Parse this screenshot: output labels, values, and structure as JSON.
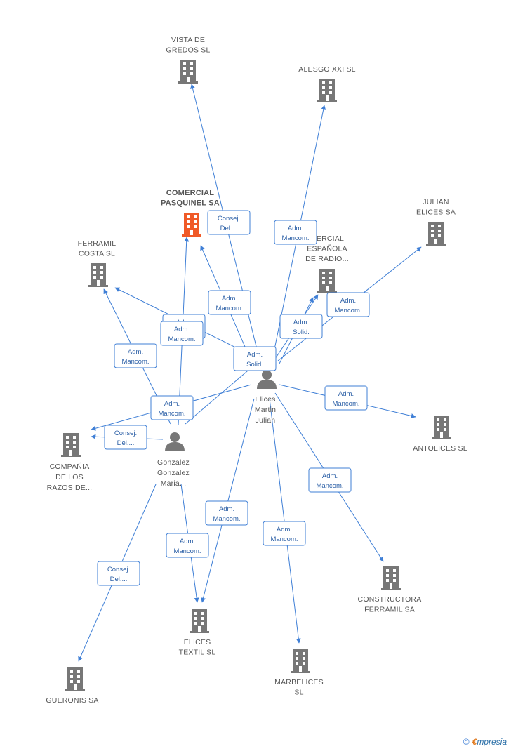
{
  "colors": {
    "edge": "#3f7fd6",
    "company_icon": "#777777",
    "focus_company_icon": "#f05a28",
    "person_icon": "#777777",
    "label_text": "#555555",
    "relation_text": "#2b5fa6"
  },
  "companies": [
    {
      "id": "vista",
      "lines": [
        "VISTA DE",
        "GREDOS SL"
      ],
      "icon": "building-icon"
    },
    {
      "id": "alesgo",
      "lines": [
        "ALESGO XXI  SL"
      ],
      "icon": "building-icon"
    },
    {
      "id": "comercial_pasquinel",
      "lines": [
        "COMERCIAL",
        "PASQUINEL SA"
      ],
      "icon": "building-icon",
      "focus": true
    },
    {
      "id": "julian_elices",
      "lines": [
        "JULIAN",
        "ELICES SA"
      ],
      "icon": "building-icon"
    },
    {
      "id": "ferramil_costa",
      "lines": [
        "FERRAMIL",
        "COSTA SL"
      ],
      "icon": "building-icon"
    },
    {
      "id": "comercial_espanola",
      "lines": [
        "MERCIAL",
        "ESPAÑOLA",
        "DE RADIO..."
      ],
      "icon": "building-icon"
    },
    {
      "id": "antolices",
      "lines": [
        "ANTOLICES SL"
      ],
      "icon": "building-icon"
    },
    {
      "id": "compania",
      "lines": [
        "COMPAÑIA",
        "DE LOS",
        "RAZOS DE..."
      ],
      "icon": "building-icon"
    },
    {
      "id": "constructora",
      "lines": [
        "CONSTRUCTORA",
        "FERRAMIL SA"
      ],
      "icon": "building-icon"
    },
    {
      "id": "elices_textil",
      "lines": [
        "ELICES",
        "TEXTIL SL"
      ],
      "icon": "building-icon"
    },
    {
      "id": "marbelices",
      "lines": [
        "MARBELICES",
        "SL"
      ],
      "icon": "building-icon"
    },
    {
      "id": "gueronis",
      "lines": [
        "GUERONIS SA"
      ],
      "icon": "building-icon"
    }
  ],
  "persons": [
    {
      "id": "elices_martin",
      "lines": [
        "Elices",
        "Martin",
        "Julian"
      ],
      "icon": "person-icon"
    },
    {
      "id": "gonzalez",
      "lines": [
        "Gonzalez",
        "Gonzalez",
        "Maria..."
      ],
      "icon": "person-icon"
    }
  ],
  "relations": [
    {
      "id": "r1",
      "lines": [
        "Consej.",
        "Del...."
      ]
    },
    {
      "id": "r2",
      "lines": [
        "Adm.",
        "Mancom."
      ]
    },
    {
      "id": "r3",
      "lines": [
        "Adm.",
        "Mancom."
      ]
    },
    {
      "id": "r4",
      "lines": [
        "Adm.",
        "Mancom."
      ]
    },
    {
      "id": "r5",
      "lines": [
        "Adm.",
        "Mancom."
      ]
    },
    {
      "id": "r6",
      "lines": [
        "Adm.",
        "Mancom."
      ]
    },
    {
      "id": "r7",
      "lines": [
        "Adm.",
        "Solid."
      ]
    },
    {
      "id": "r8",
      "lines": [
        "Adm.",
        "Mancom."
      ]
    },
    {
      "id": "r9",
      "lines": [
        "Adm.",
        "Solid."
      ]
    },
    {
      "id": "r10",
      "lines": [
        "Adm.",
        "Mancom."
      ]
    },
    {
      "id": "r11",
      "lines": [
        "Adm.",
        "Mancom."
      ]
    },
    {
      "id": "r12",
      "lines": [
        "Adm.",
        "Mancom."
      ]
    },
    {
      "id": "r13",
      "lines": [
        "Consej.",
        "Del...."
      ]
    },
    {
      "id": "r14",
      "lines": [
        "Adm.",
        "Mancom."
      ]
    },
    {
      "id": "r15",
      "lines": [
        "Adm.",
        "Mancom."
      ]
    },
    {
      "id": "r16",
      "lines": [
        "Adm.",
        "Mancom."
      ]
    },
    {
      "id": "r17",
      "lines": [
        "Adm.",
        "Mancom."
      ]
    },
    {
      "id": "r18",
      "lines": [
        "Consej.",
        "Del...."
      ]
    }
  ],
  "footer": {
    "copyright_symbol": "©",
    "brand_e": "€",
    "brand_rest": "mpresia"
  }
}
